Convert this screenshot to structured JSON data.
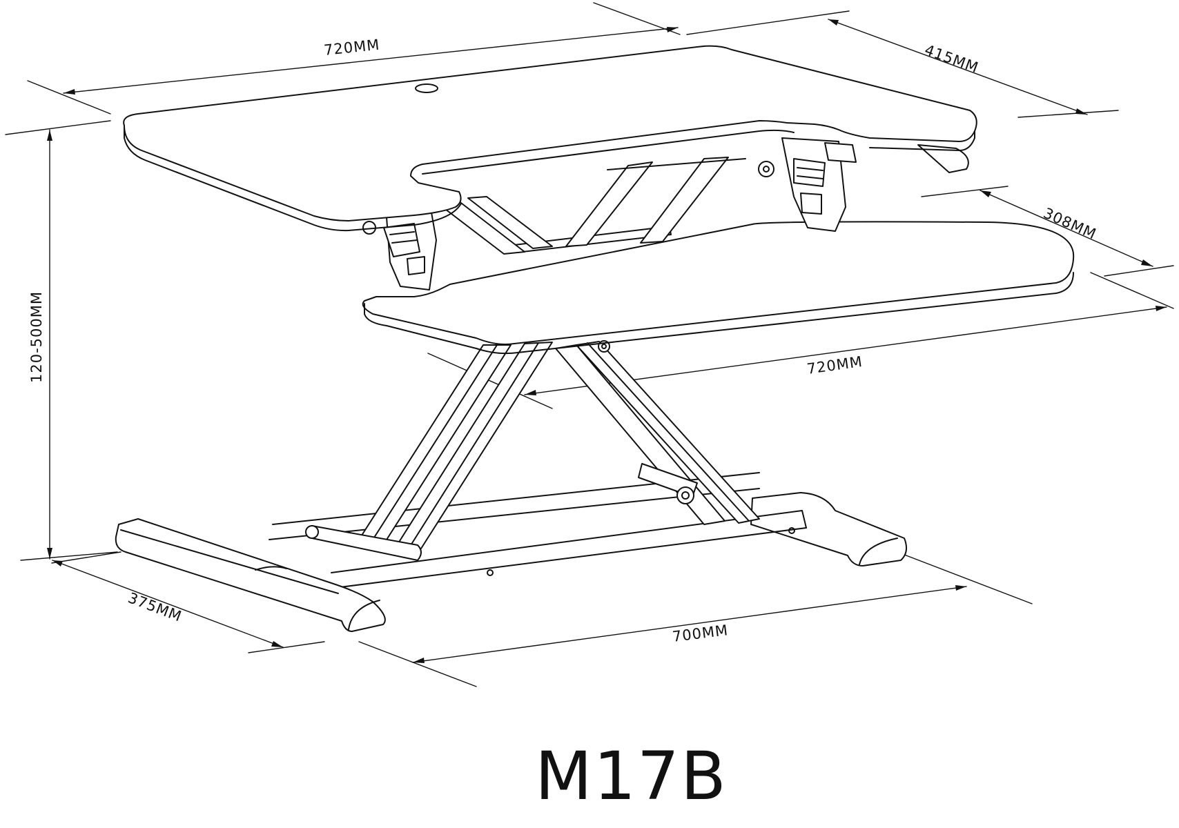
{
  "diagram": {
    "model": "M17B",
    "dimensions": {
      "top_width": "720MM",
      "top_depth": "415MM",
      "keyboard_depth": "308MM",
      "keyboard_width": "720MM",
      "height_range": "120-500MM",
      "base_depth": "375MM",
      "base_width": "700MM"
    },
    "colors": {
      "line": "#111111",
      "background": "#ffffff"
    }
  }
}
